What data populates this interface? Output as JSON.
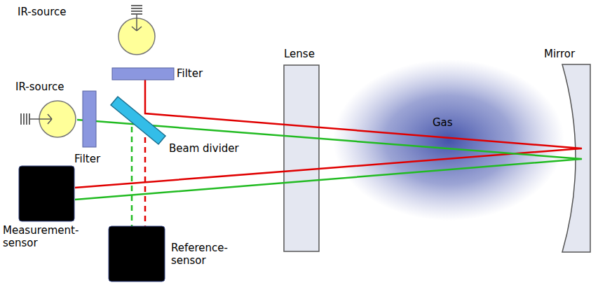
{
  "diagram": {
    "labels": [
      "IR-source",
      "Filter",
      "IR-source",
      "Filter",
      "Beam divider",
      "Lense",
      "Gas",
      "Mirror",
      "Measurement- sensor",
      "Reference- sensor"
    ]
  }
}
